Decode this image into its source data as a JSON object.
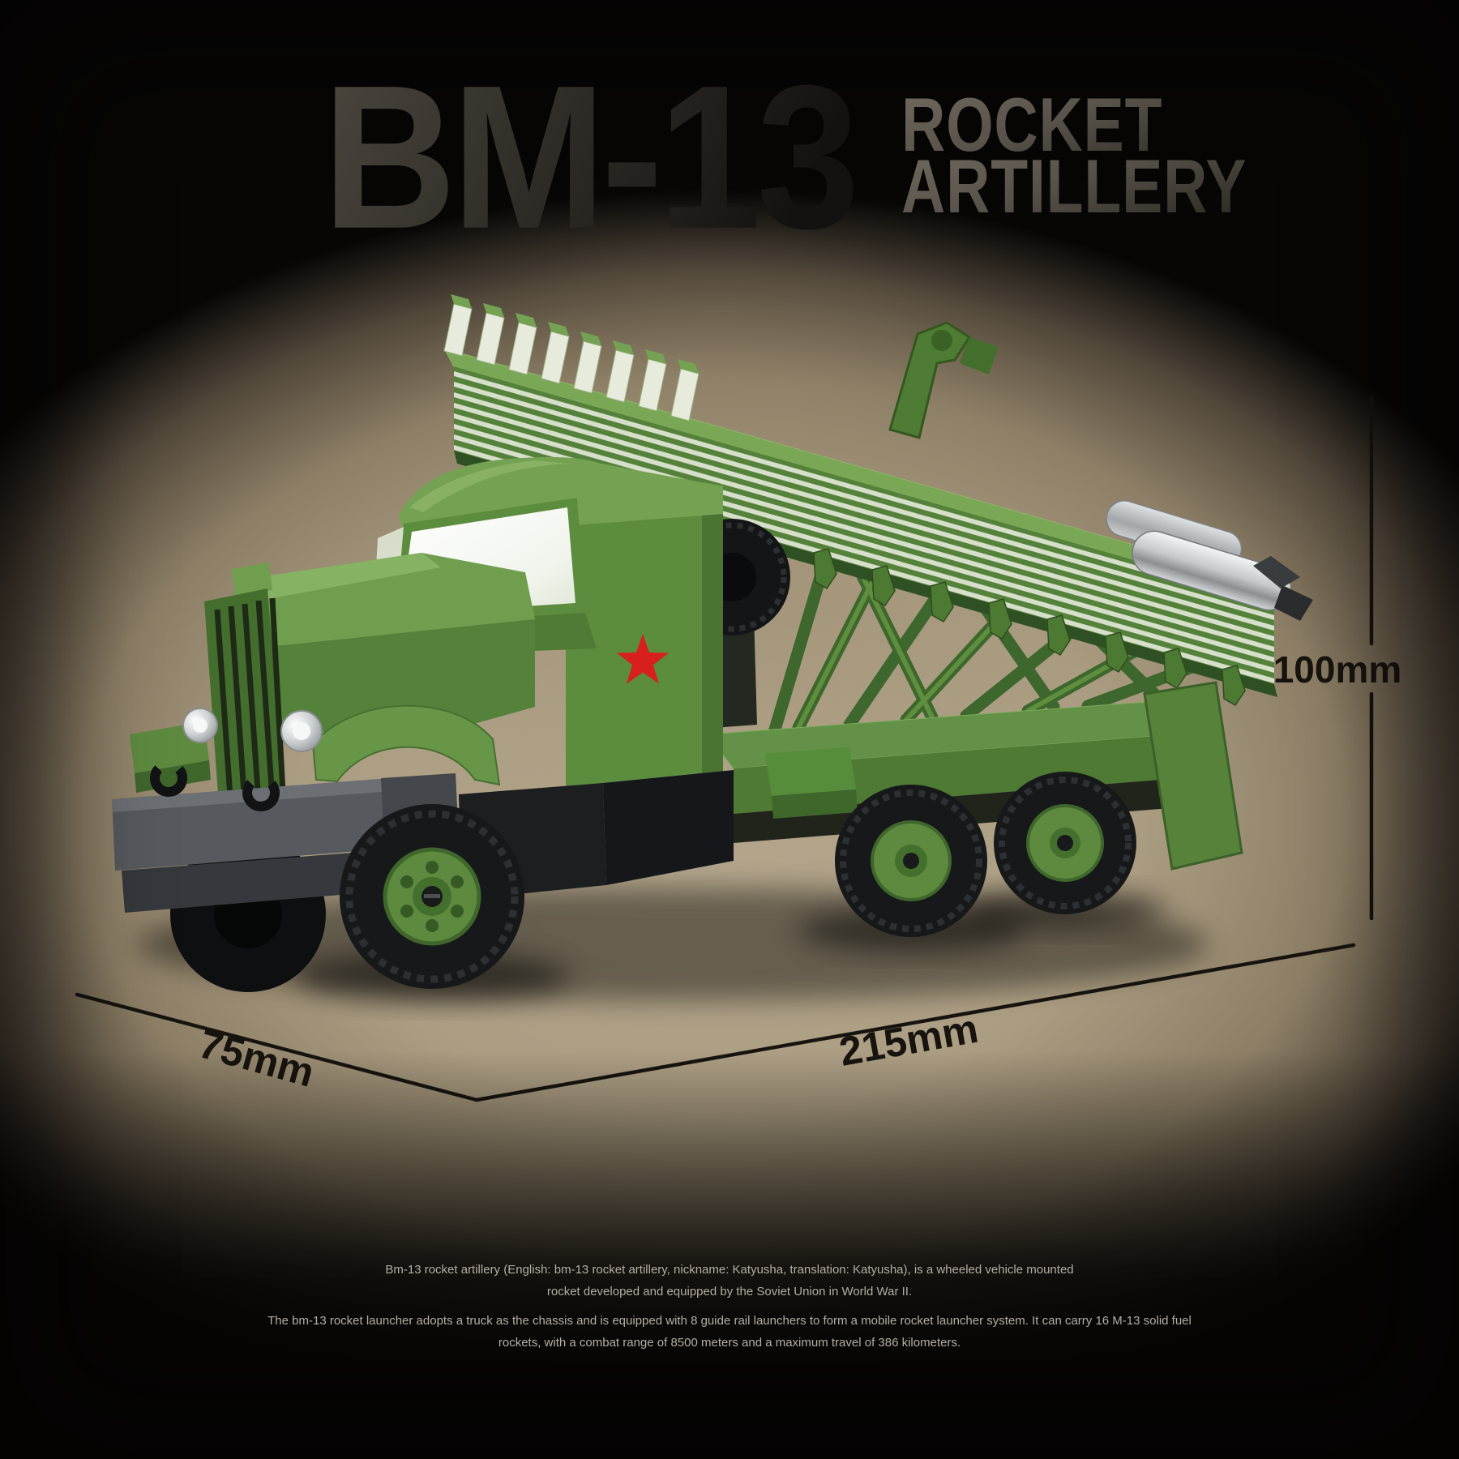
{
  "title": {
    "model": "BM-13",
    "type_top": "ROCKET",
    "type_bottom": "ARTILLERY"
  },
  "dimensions": {
    "height": "100mm",
    "front_width": "75mm",
    "length": "215mm"
  },
  "description": {
    "line1": "Bm-13 rocket artillery (English: bm-13 rocket artillery, nickname: Katyusha, translation: Katyusha), is a wheeled vehicle mounted",
    "line2": "rocket developed and equipped by the Soviet Union in World War II.",
    "line3": "The bm-13 rocket launcher adopts a truck as the chassis and is equipped with 8 guide rail launchers to form a mobile rocket launcher system. It can carry 16 M-13 solid fuel",
    "line4": "rockets, with a combat range of 8500 meters and a maximum travel of 386 kilometers."
  },
  "palette": {
    "background_base": "#070605",
    "background_glow": "#b7a98f",
    "truck_green": "#5d8a3f",
    "truck_green_light": "#79a756",
    "truck_green_dark": "#3a5f28",
    "star_red": "#d81f1f",
    "rocket_silver": "#c9cccd",
    "tire_black": "#17181a",
    "dimension_ink": "#17140f",
    "title_gray": "#4a453d"
  }
}
